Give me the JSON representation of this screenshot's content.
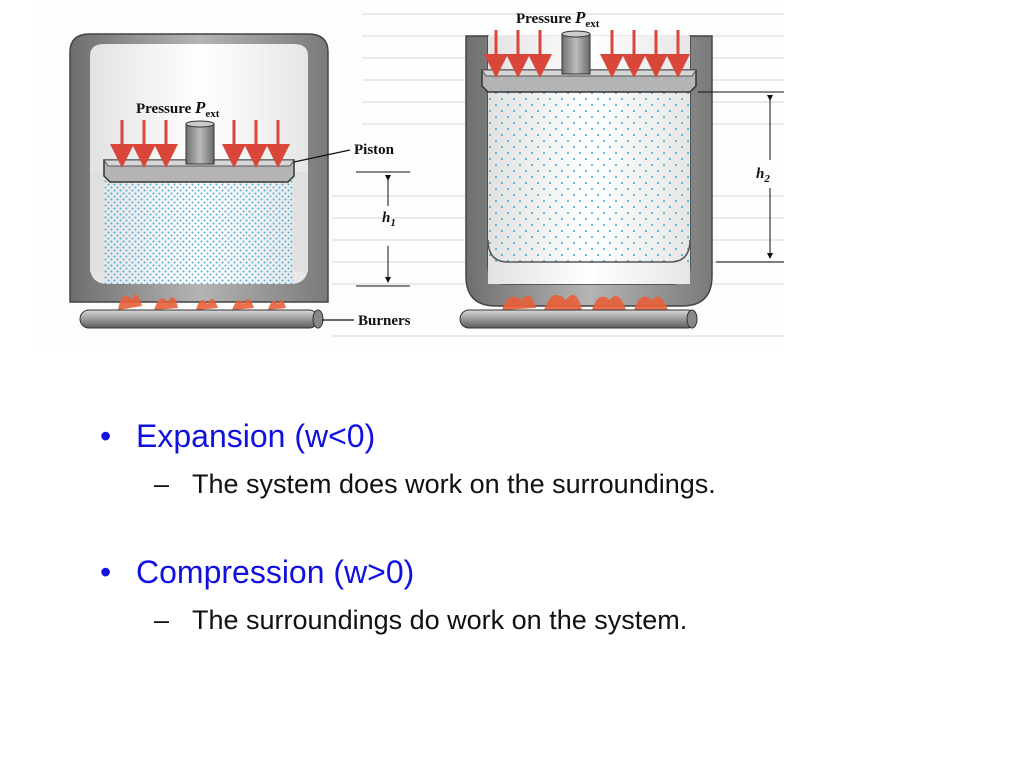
{
  "figure": {
    "pressure_word": "Pressure",
    "pressure_symbol": "P",
    "pressure_subscript": "ext",
    "piston_label": "Piston",
    "burners_label": "Burners",
    "height_left": "h",
    "height_left_sub": "1",
    "height_right": "h",
    "height_right_sub": "2"
  },
  "bullets": [
    {
      "marker": "•",
      "text": "Expansion (w<0)",
      "sub": {
        "marker": "–",
        "text": "The system does work on the surroundings."
      }
    },
    {
      "marker": "•",
      "text": "Compression (w>0)",
      "sub": {
        "marker": "–",
        "text": "The surroundings do work on the system."
      }
    }
  ],
  "colors": {
    "bullet_text": "#1111dd",
    "arrow": "#d9473a",
    "gas": "#3aa7d6",
    "cylinder": "#8c8c8c"
  }
}
